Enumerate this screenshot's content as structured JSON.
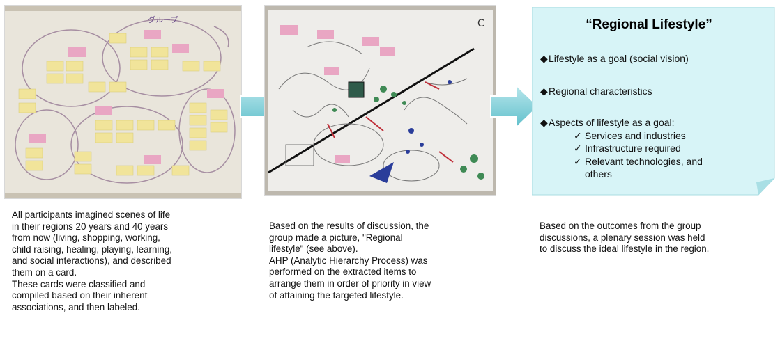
{
  "box": {
    "title": "“Regional Lifestyle”",
    "points": [
      "Lifestyle as a goal (social vision)",
      "Regional characteristics",
      "Aspects of lifestyle as a goal:"
    ],
    "subpoints": [
      "Services and industries",
      "Infrastructure required",
      "Relevant technologies, and",
      "others"
    ],
    "colors": {
      "fill": "#d7f4f7",
      "border": "#a8dce2",
      "arrow": "#6fc9d3"
    }
  },
  "photo1_texts": [
    "グループ"
  ],
  "photo2_texts": [
    "C"
  ],
  "captions": {
    "first": [
      "All participants imagined scenes of life",
      "in their regions 20 years and 40 years",
      "from now (living, shopping, working,",
      "child raising, healing, playing, learning,",
      "and social interactions), and described",
      "them on a card.",
      "These cards were classified and",
      "compiled based on their inherent",
      "associations, and then labeled."
    ],
    "second": [
      "Based on the results of discussion, the",
      "group made a picture, \"Regional",
      "lifestyle\" (see above).",
      "AHP (Analytic Hierarchy Process) was",
      "performed on the extracted items to",
      "arrange them in order of priority in view",
      "of attaining the targeted lifestyle."
    ],
    "third": [
      "Based on the outcomes from the group",
      "discussions, a plenary session was held",
      "to discuss the ideal lifestyle in the region."
    ]
  }
}
